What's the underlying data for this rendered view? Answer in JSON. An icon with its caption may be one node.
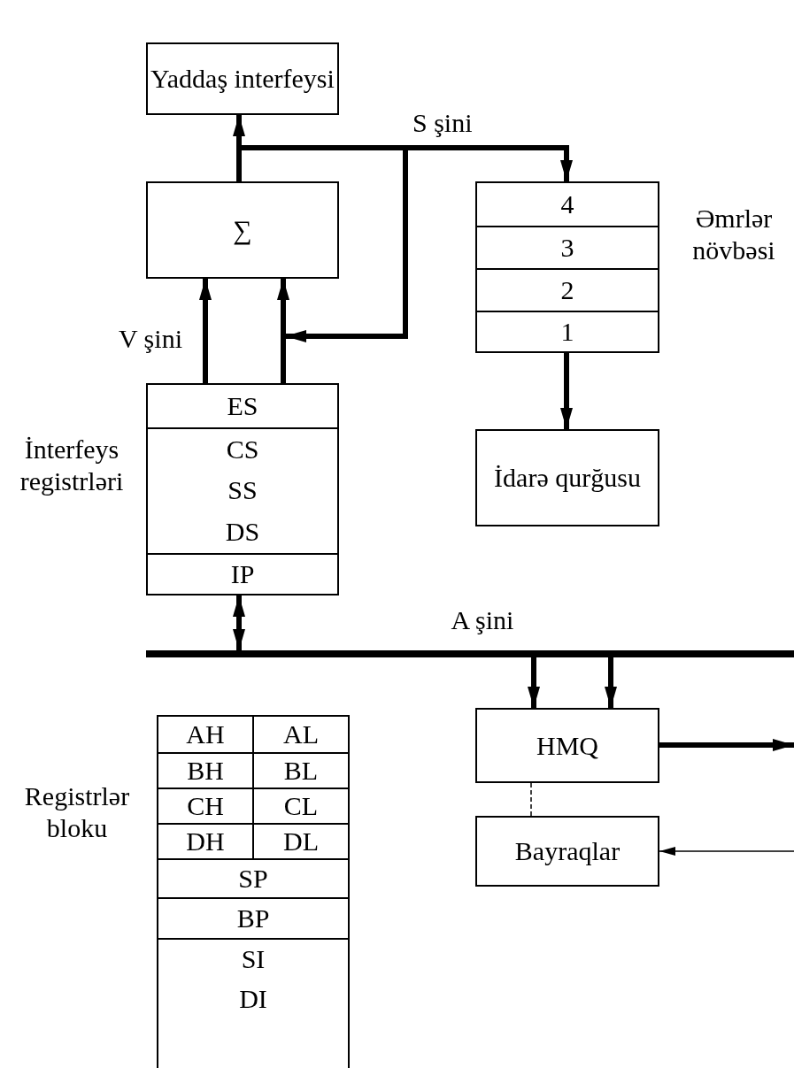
{
  "diagram": {
    "nodes": [
      {
        "text": [
          "Yaddaş interfeysi"
        ]
      },
      {
        "text": [
          "∑"
        ]
      },
      {
        "text": [
          "Əmrlər növbəsi"
        ]
      },
      {
        "text": [
          "4"
        ],
        "in": 2
      },
      {
        "text": [
          "3"
        ],
        "in": 2
      },
      {
        "text": [
          "2"
        ],
        "in": 2
      },
      {
        "text": [
          "1"
        ],
        "in": 2
      },
      {
        "text": [
          "İnterfeys registrləri"
        ]
      },
      {
        "text": [
          "ES"
        ],
        "in": 7
      },
      {
        "text": [
          "CS"
        ],
        "in": 7
      },
      {
        "text": [
          "SS"
        ],
        "in": 7
      },
      {
        "text": [
          "DS"
        ],
        "in": 7
      },
      {
        "text": [
          "IP"
        ],
        "in": 7
      },
      {
        "text": [
          "İdarə qurğusu"
        ]
      },
      {
        "text": [
          "A şini"
        ]
      },
      {
        "text": [
          "HMQ"
        ]
      },
      {
        "text": [
          "Bayraqlar"
        ]
      },
      {
        "text": [
          "Registrlər bloku"
        ]
      },
      {
        "text": [
          "AH"
        ],
        "in": 17
      },
      {
        "text": [
          "AL"
        ],
        "in": 17
      },
      {
        "text": [
          "BH"
        ],
        "in": 17
      },
      {
        "text": [
          "BL"
        ],
        "in": 17
      },
      {
        "text": [
          "CH"
        ],
        "in": 17
      },
      {
        "text": [
          "CL"
        ],
        "in": 17
      },
      {
        "text": [
          "DH"
        ],
        "in": 17
      },
      {
        "text": [
          "DL"
        ],
        "in": 17
      },
      {
        "text": [
          "SP"
        ],
        "in": 17
      },
      {
        "text": [
          "BP"
        ],
        "in": 17
      },
      {
        "text": [
          "SI"
        ],
        "in": 17
      },
      {
        "text": [
          "DI"
        ],
        "in": 17
      }
    ],
    "edges": [
      {
        "from": 7,
        "to": 1,
        "arrow": "to",
        "label": "V şini"
      },
      {
        "from": 7,
        "to": 1,
        "arrow": "to"
      },
      {
        "from": 1,
        "to": 0,
        "arrow": "to"
      },
      {
        "from": 1,
        "to": 2,
        "arrow": "to",
        "label": "S şini"
      },
      {
        "from": null,
        "to": 1,
        "arrow": "to"
      },
      {
        "from": 2,
        "to": 13,
        "arrow": "to"
      },
      {
        "from": 7,
        "to": 14,
        "arrow": "both"
      },
      {
        "from": 14,
        "to": 15,
        "arrow": "to"
      },
      {
        "from": 14,
        "to": 15,
        "arrow": "to"
      },
      {
        "from": 15,
        "to": null,
        "arrow": "to"
      },
      {
        "from": 15,
        "to": 16,
        "arrow": "none",
        "style": "dashed"
      },
      {
        "from": null,
        "to": 16,
        "arrow": "to"
      }
    ]
  }
}
